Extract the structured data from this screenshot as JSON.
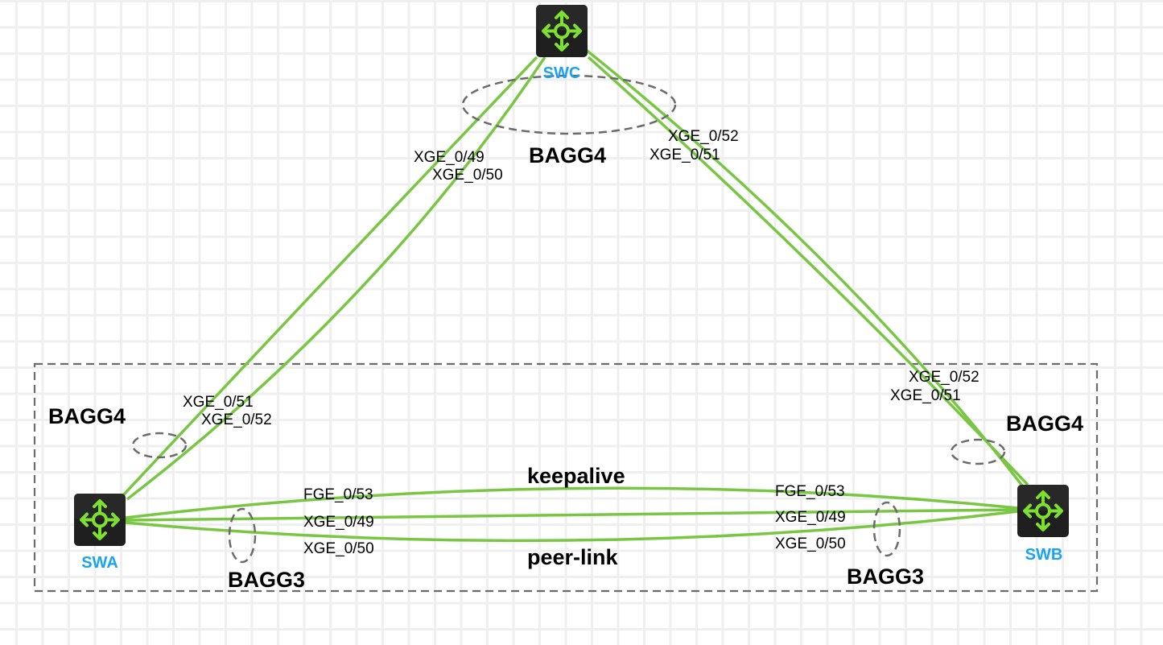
{
  "diagram": {
    "title": "M-LAG topology",
    "colors": {
      "link": "#78c643",
      "node_label": "#1aa3f0",
      "device_bg": "#1f1f1f",
      "device_icon": "#7ee030",
      "dashed": "#6b6b6b"
    },
    "nodes": {
      "swc": {
        "name": "SWC",
        "icon": "router-switch-icon"
      },
      "swa": {
        "name": "SWA",
        "icon": "router-switch-icon"
      },
      "swb": {
        "name": "SWB",
        "icon": "router-switch-icon"
      }
    },
    "aggregations": {
      "swc_bagg": "BAGG4",
      "swa_bagg4": "BAGG4",
      "swb_bagg4": "BAGG4",
      "swa_bagg3": "BAGG3",
      "swb_bagg3": "BAGG3"
    },
    "links": {
      "keepalive_label": "keepalive",
      "peerlink_label": "peer-link"
    },
    "ports": {
      "swc_to_swa_1": "XGE_0/49",
      "swc_to_swa_2": "XGE_0/50",
      "swc_to_swb_1": "XGE_0/52",
      "swc_to_swb_2": "XGE_0/51",
      "swa_to_swc_1": "XGE_0/51",
      "swa_to_swc_2": "XGE_0/52",
      "swb_to_swc_1": "XGE_0/52",
      "swb_to_swc_2": "XGE_0/51",
      "swa_keepalive": "FGE_0/53",
      "swa_peer_1": "XGE_0/49",
      "swa_peer_2": "XGE_0/50",
      "swb_keepalive": "FGE_0/53",
      "swb_peer_1": "XGE_0/49",
      "swb_peer_2": "XGE_0/50"
    }
  }
}
